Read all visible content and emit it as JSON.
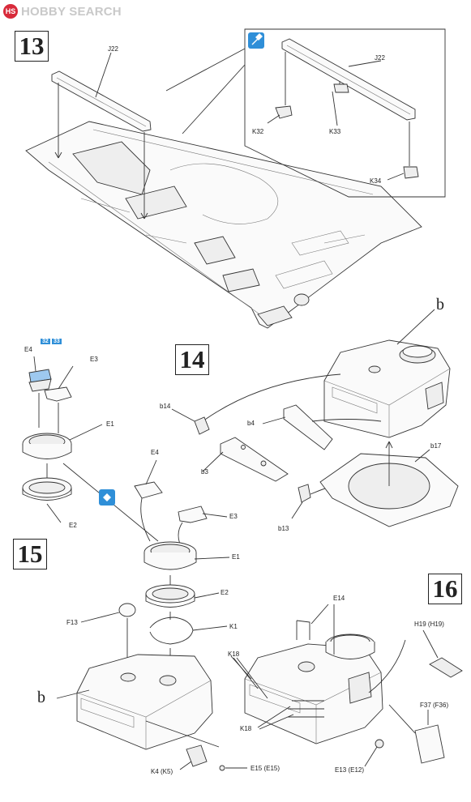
{
  "brand": {
    "logo_mark": "HS",
    "name": "HOBBY SEARCH"
  },
  "steps": {
    "s13": "13",
    "s14": "14",
    "s15": "15",
    "s16": "16"
  },
  "labels": {
    "j22_main": "J22",
    "j22_detail": "J22",
    "k32": "K32",
    "k33": "K33",
    "k34": "K34",
    "e4_a": "E4",
    "e3_a": "E3",
    "e1_a": "E1",
    "e2_a": "E2",
    "e4_b": "E4",
    "e3_b": "E3",
    "e1_b": "E1",
    "e2_b": "E2",
    "b_top": "b",
    "b14": "b14",
    "b4": "b4",
    "b3": "b3",
    "b13": "b13",
    "b17": "b17",
    "f13": "F13",
    "k1": "K1",
    "b_bottom": "b",
    "k4": "K4 (K5)",
    "e15": "E15 (E15)",
    "e14": "E14",
    "h19": "H19 (H19)",
    "k18_a": "K18",
    "k18_b": "K18",
    "f37": "F37 (F36)",
    "e13": "E13 (E12)"
  },
  "mini_badges": [
    "32",
    "33"
  ],
  "icons": [
    "glue-icon",
    "alternate-parts-icon"
  ],
  "colors": {
    "accent_blue": "#2f8fd8",
    "logo_red": "#d82a3a"
  }
}
